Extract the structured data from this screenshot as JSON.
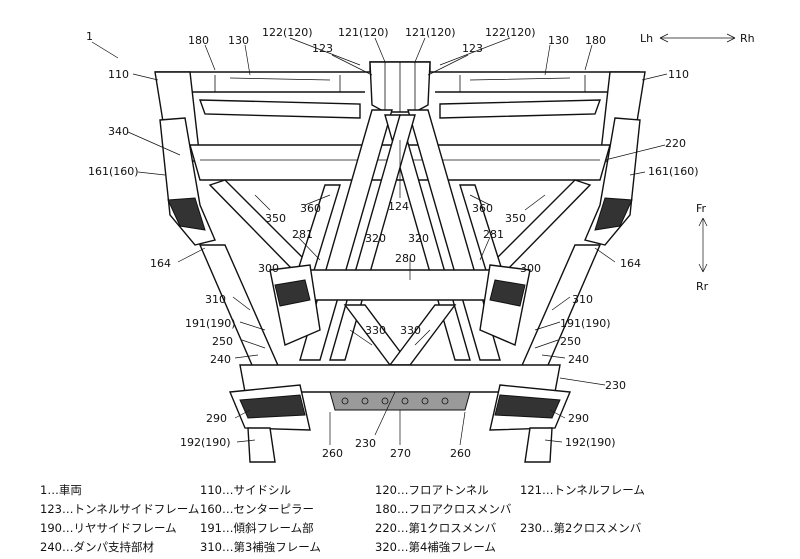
{
  "figure": {
    "ref_main": "1",
    "arrows": {
      "lh": "Lh",
      "rh": "Rh",
      "fr": "Fr",
      "rr": "Rr"
    },
    "labels": [
      {
        "id": "l180a",
        "text": "180"
      },
      {
        "id": "l130a",
        "text": "130"
      },
      {
        "id": "l122a",
        "text": "122(120)"
      },
      {
        "id": "l121a",
        "text": "121(120)"
      },
      {
        "id": "l121b",
        "text": "121(120)"
      },
      {
        "id": "l122b",
        "text": "122(120)"
      },
      {
        "id": "l130b",
        "text": "130"
      },
      {
        "id": "l180b",
        "text": "180"
      },
      {
        "id": "l123a",
        "text": "123"
      },
      {
        "id": "l123b",
        "text": "123"
      },
      {
        "id": "l110a",
        "text": "110"
      },
      {
        "id": "l110b",
        "text": "110"
      },
      {
        "id": "l340",
        "text": "340"
      },
      {
        "id": "l220",
        "text": "220"
      },
      {
        "id": "l161a",
        "text": "161(160)"
      },
      {
        "id": "l161b",
        "text": "161(160)"
      },
      {
        "id": "l124",
        "text": "124"
      },
      {
        "id": "l350a",
        "text": "350"
      },
      {
        "id": "l360a",
        "text": "360"
      },
      {
        "id": "l360b",
        "text": "360"
      },
      {
        "id": "l350b",
        "text": "350"
      },
      {
        "id": "l281a",
        "text": "281"
      },
      {
        "id": "l320a",
        "text": "320"
      },
      {
        "id": "l320b",
        "text": "320"
      },
      {
        "id": "l281b",
        "text": "281"
      },
      {
        "id": "l164a",
        "text": "164"
      },
      {
        "id": "l164b",
        "text": "164"
      },
      {
        "id": "l280",
        "text": "280"
      },
      {
        "id": "l300a",
        "text": "300"
      },
      {
        "id": "l300b",
        "text": "300"
      },
      {
        "id": "l310a",
        "text": "310"
      },
      {
        "id": "l310b",
        "text": "310"
      },
      {
        "id": "l191a",
        "text": "191(190)"
      },
      {
        "id": "l191b",
        "text": "191(190)"
      },
      {
        "id": "l330a",
        "text": "330"
      },
      {
        "id": "l330b",
        "text": "330"
      },
      {
        "id": "l250a",
        "text": "250"
      },
      {
        "id": "l250b",
        "text": "250"
      },
      {
        "id": "l240a",
        "text": "240"
      },
      {
        "id": "l240b",
        "text": "240"
      },
      {
        "id": "l230a",
        "text": "230"
      },
      {
        "id": "l290a",
        "text": "290"
      },
      {
        "id": "l290b",
        "text": "290"
      },
      {
        "id": "l192a",
        "text": "192(190)"
      },
      {
        "id": "l192b",
        "text": "192(190)"
      },
      {
        "id": "l230b",
        "text": "230"
      },
      {
        "id": "l260a",
        "text": "260"
      },
      {
        "id": "l270",
        "text": "270"
      },
      {
        "id": "l260b",
        "text": "260"
      }
    ]
  },
  "legend": {
    "rows": [
      [
        "1…車両",
        "110…サイドシル",
        "120…フロアトンネル",
        "121…トンネルフレーム"
      ],
      [
        "123…トンネルサイドフレーム",
        "160…センターピラー",
        "180…フロアクロスメンバ"
      ],
      [
        "190…リヤサイドフレーム",
        "191…傾斜フレーム部",
        "220…第1クロスメンバ",
        "230…第2クロスメンバ"
      ],
      [
        "240…ダンパ支持部材",
        "310…第3補強フレーム",
        "320…第4補強フレーム"
      ]
    ]
  }
}
